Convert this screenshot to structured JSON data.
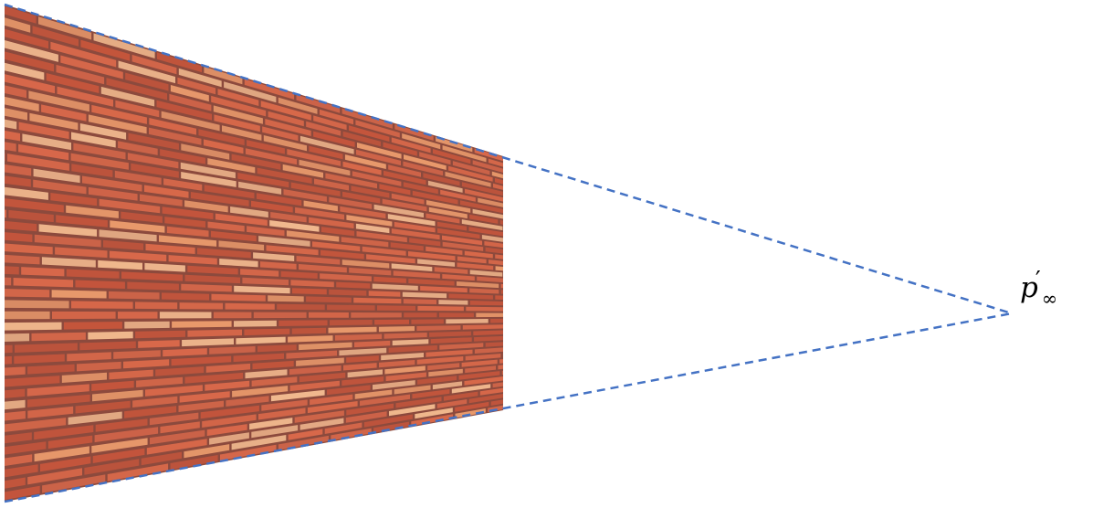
{
  "diagram": {
    "vanishing_point": {
      "symbol": "p",
      "prime": "′",
      "subscript": "∞"
    },
    "wall_texture": "brick",
    "colors": {
      "mortar": "#8c4a3d",
      "brick_dark": "#c4553c",
      "brick_mid": "#d8684a",
      "brick_light": "#e99a6c",
      "brick_pale": "#f0b88e",
      "guide_lines": "#4472c4",
      "background": "#ffffff"
    },
    "guide_line_style": "dashed"
  }
}
